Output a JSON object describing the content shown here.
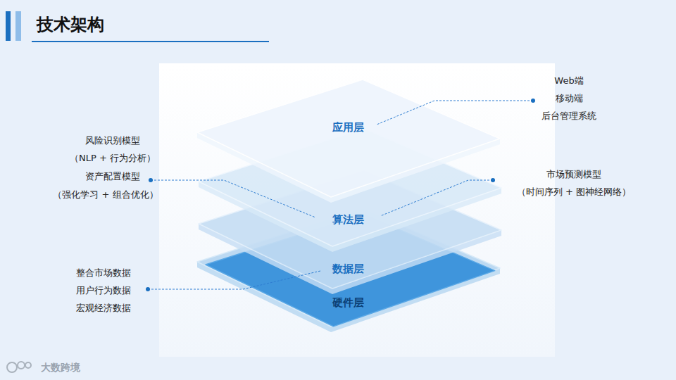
{
  "diagram": {
    "title": "技术架构",
    "labels": [
      "Web端",
      "移动端",
      "后台管理系统",
      "应用层",
      "风险识别模型",
      "（NLP + 行为分析）",
      "资产配置模型",
      "（强化学习 + 组合优化）",
      "市场预测模型",
      "（时间序列 + 图神经网络）",
      "算法层",
      "数据层",
      "整合市场数据",
      "用户行为数据",
      "宏观经济数据",
      "硬件层",
      "大数跨境"
    ]
  }
}
